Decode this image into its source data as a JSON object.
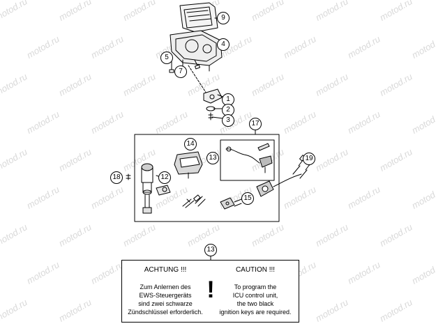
{
  "watermark": "motod.ru",
  "callouts": {
    "c1": "1",
    "c2": "2",
    "c3": "3",
    "c4": "4",
    "c5": "5",
    "c7": "7",
    "c9": "9",
    "c12": "12",
    "c13a": "13",
    "c13b": "13",
    "c14": "14",
    "c15": "15",
    "c17": "17",
    "c18": "18",
    "c19": "19"
  },
  "notice": {
    "de": {
      "heading": "ACHTUNG !!!",
      "lines": [
        "Zum Anlernen des",
        "EWS-Steuergeräts",
        "sind zwei schwarze",
        "Zündschlüssel erforderlich."
      ]
    },
    "symbol": "!",
    "en": {
      "heading": "CAUTION !!!",
      "lines": [
        "To program the",
        "ICU control unit,",
        "the two black",
        "ignition keys are required."
      ]
    }
  }
}
